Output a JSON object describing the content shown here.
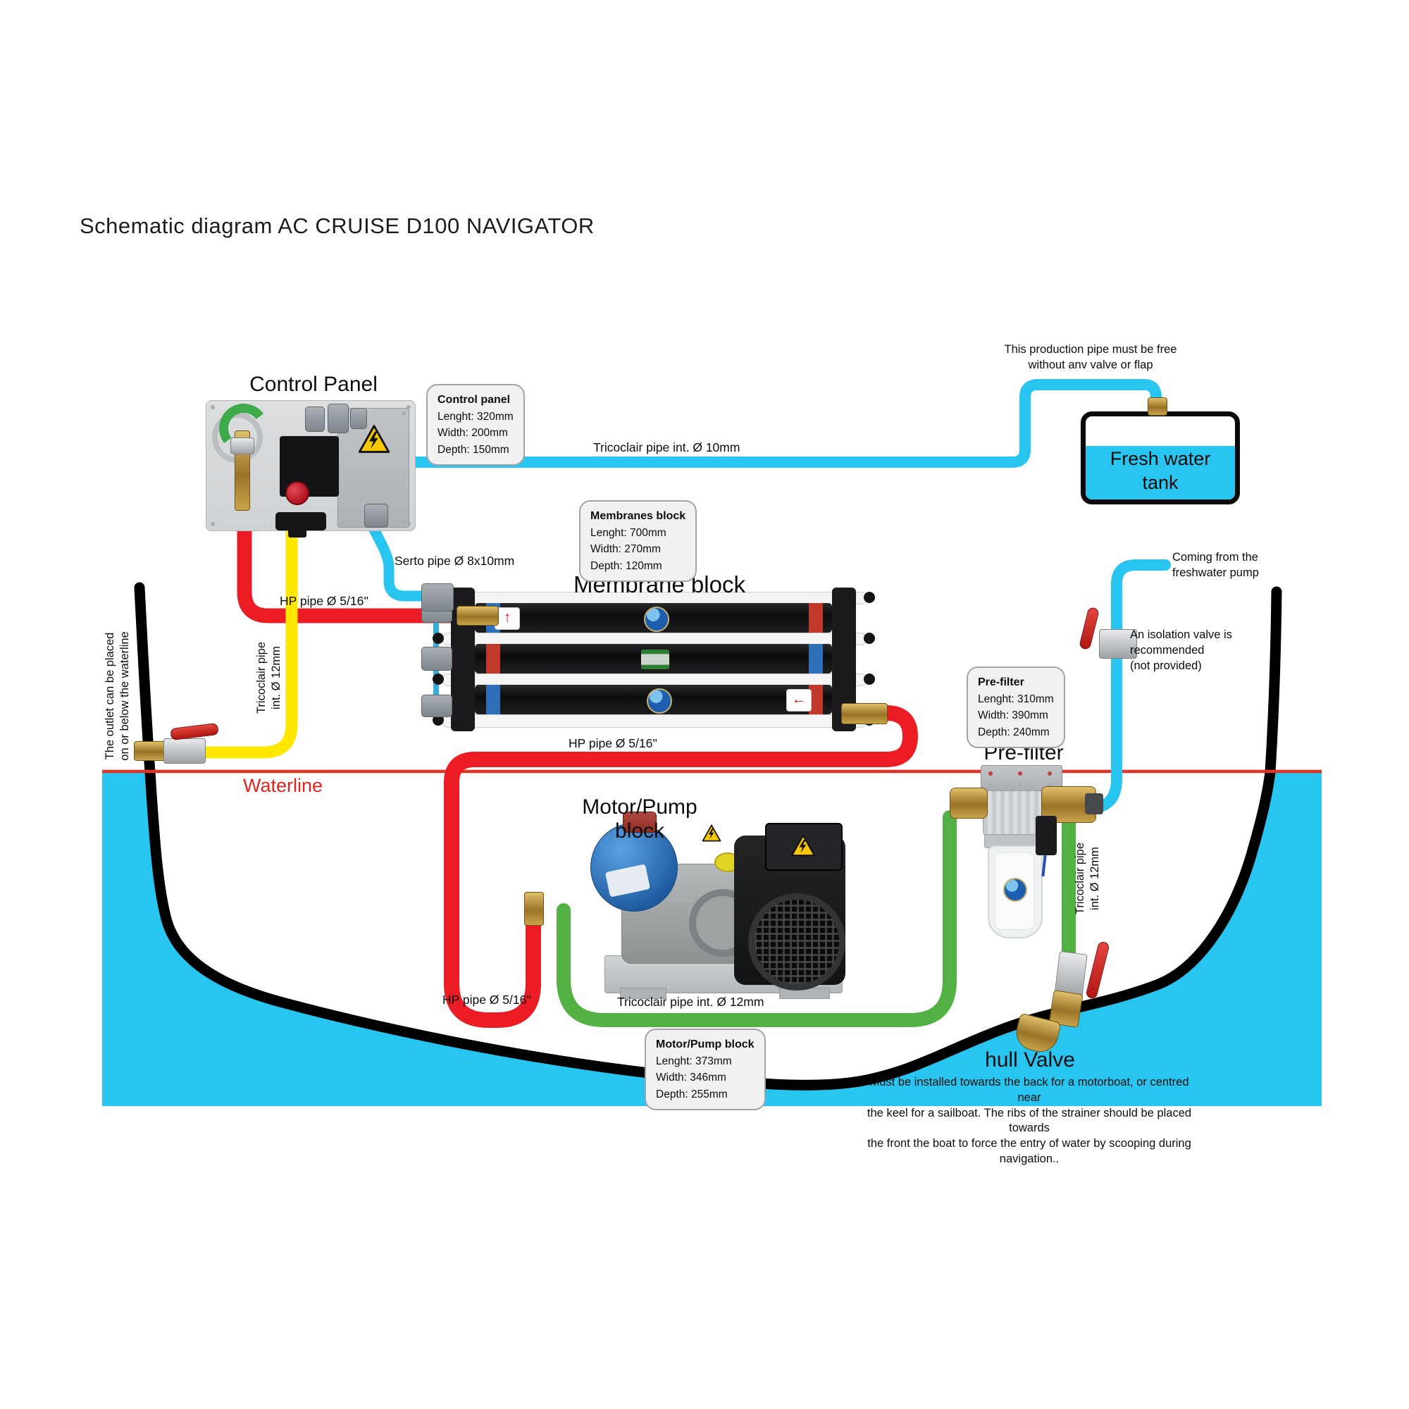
{
  "title": "Schematic diagram AC CRUISE D100 NAVIGATOR",
  "colors": {
    "pipe_blue": "#29C5F1",
    "pipe_red": "#EC1C24",
    "pipe_yellow": "#FFE700",
    "pipe_green": "#53B043",
    "water": "#29C5F1",
    "waterline_red": "#E53124",
    "hull_black": "#000000"
  },
  "control_panel": {
    "label": "Control Panel",
    "spec": {
      "title": "Control panel",
      "lines": [
        "Lenght: 320mm",
        "Width: 200mm",
        "Depth: 150mm"
      ]
    }
  },
  "membrane_block": {
    "label": "Membrane block",
    "spec": {
      "title": "Membranes block",
      "lines": [
        "Lenght: 700mm",
        "Width: 270mm",
        "Depth: 120mm"
      ]
    }
  },
  "motor_pump": {
    "label": "Motor/Pump block",
    "spec": {
      "title": "Motor/Pump block",
      "lines": [
        "Lenght: 373mm",
        "Width: 346mm",
        "Depth: 255mm"
      ]
    }
  },
  "pre_filter": {
    "label": "Pre-filter",
    "spec": {
      "title": "Pre-filter",
      "lines": [
        "Lenght: 310mm",
        "Width: 390mm",
        "Depth: 240mm"
      ]
    }
  },
  "tank": {
    "label": "Fresh water\ntank"
  },
  "hull_valve": {
    "label": "hull Valve",
    "note": "Must be installed towards the back for a motorboat, or centred near\nthe keel for a sailboat. The ribs of the strainer should be placed towards\nthe front the boat to force the entry of water by scooping during navigation.."
  },
  "notes": {
    "production_pipe": "This production pipe must be free\nwithout anv valve or flap",
    "coming_from": "Coming from the\nfreshwater pump",
    "isolation_valve": "An isolation valve is\nrecommended\n(not provided)",
    "outlet": "The outlet can be placed\non or below the waterline"
  },
  "pipe_labels": {
    "production": "Tricoclair pipe int. Ø 10mm",
    "serto": "Serto pipe Ø 8x10mm",
    "hp_top": "HP pipe Ø 5/16''",
    "hp_mid": "HP pipe Ø 5/16''",
    "hp_bottom": "HP pipe Ø 5/16''",
    "tricoclair_green": "Tricoclair pipe int. Ø 12mm",
    "tricoclair_yellow_vertical": "Tricoclair pipe\nint. Ø 12mm",
    "tricoclair_green_vertical": "Tricoclair pipe\nint. Ø 12mm"
  },
  "waterline_label": "Waterline",
  "icons": {
    "flow_up_arrow": "↑",
    "flow_left_arrow": "←"
  }
}
